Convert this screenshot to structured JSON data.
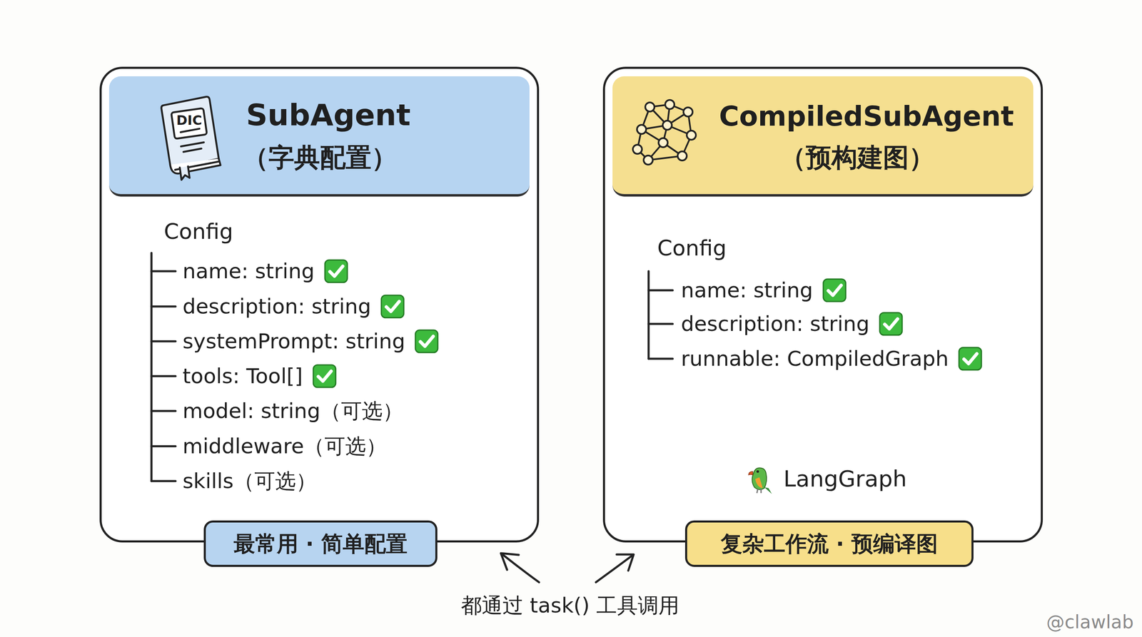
{
  "diagram": {
    "nodes": [
      {
        "text": [
          "Config",
          "name: string",
          "description: string",
          "systemPrompt: string",
          "tools: Tool[]",
          "model: string（可选）",
          "middleware（可选）",
          "skills（可选）"
        ]
      },
      {
        "text": [
          "SubAgent",
          "（字典配置）"
        ],
        "in": 0
      },
      {
        "text": [
          "最常用 · 简单配置"
        ],
        "in": 0
      },
      {
        "text": [
          "Config",
          "name: string",
          "description: string",
          "runnable: CompiledGraph",
          "LangGraph"
        ]
      },
      {
        "text": [
          "CompiledSubAgent",
          "（预构建图）"
        ],
        "in": 3
      },
      {
        "text": [
          "复杂工作流 · 预编译图"
        ],
        "in": 3
      }
    ],
    "labels": [
      "DIC",
      "都通过 task() 工具调用",
      "@clawlab"
    ]
  }
}
